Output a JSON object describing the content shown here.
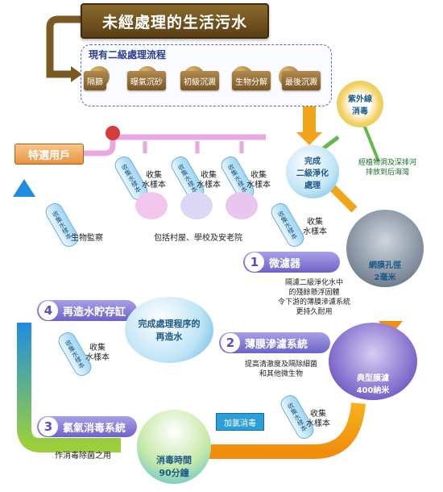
{
  "title": "未經處理的生活污水",
  "secondary_flow": {
    "title": "現有二級處理流程",
    "steps": [
      "隔篩",
      "曝氣沉砂",
      "初級沉澱",
      "生物分解",
      "最後沉澱"
    ]
  },
  "secondary_treated": "完成\n二級淨化\n處理",
  "uv": {
    "label": "紫外線\n消毒",
    "discharge": "經植物洞及深排河\n排放到后海灣"
  },
  "users": {
    "label": "特選用戶",
    "buildings_caption": "包括村屋、學校及安老院"
  },
  "sample_label": "收集\n水樣本",
  "tube_label": "收集水樣本",
  "bio_monitor": "生物監察",
  "stages": [
    {
      "num": "1",
      "name": "微濾器",
      "desc": "隔濾二級淨化水中\n的殘餘懸浮固體\n令下游的薄膜滲濾系統\n更持久耐用"
    },
    {
      "num": "2",
      "name": "薄膜滲濾系統",
      "desc": "提高清澈度及隔除細菌\n和其他微生物"
    },
    {
      "num": "3",
      "name": "氯氣消毒系統",
      "desc": "作消毒除菌之用"
    },
    {
      "num": "4",
      "name": "再造水貯存缸",
      "desc": ""
    }
  ],
  "microfilter_tag": "網膜孔徑\n2毫米",
  "membrane_tag": "典型膜濾\n400納米",
  "chlorine_add": "加氯消毒",
  "disinfect_time": "消毒時間\n90分鐘",
  "reclaimed": "完成處理程序的\n再造水",
  "colors": {
    "brown": "#6b4a1a",
    "purple": "#6d63c6",
    "blue": "#2f9be0",
    "green": "#3aa53a"
  }
}
